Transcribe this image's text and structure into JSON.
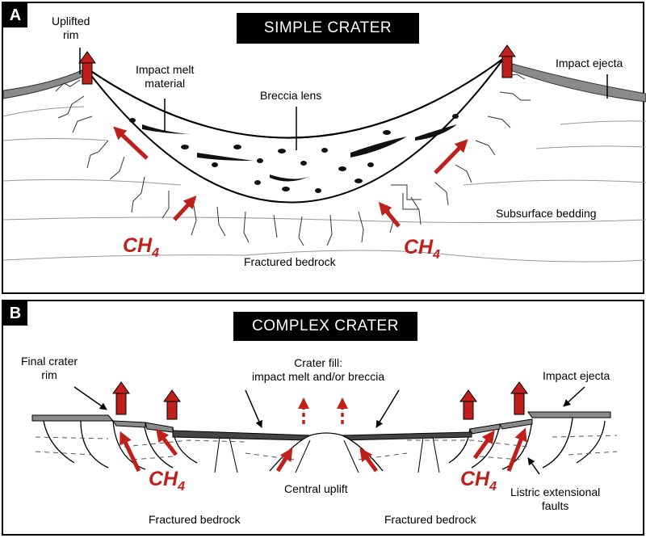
{
  "panel_a": {
    "letter": "A",
    "title": "SIMPLE  CRATER",
    "labels": {
      "uplifted_rim": "Uplifted\nrim",
      "impact_melt": "Impact melt\nmaterial",
      "breccia_lens": "Breccia lens",
      "impact_ejecta": "Impact ejecta",
      "subsurface_bedding": "Subsurface bedding",
      "fractured_bedrock": "Fractured bedrock"
    },
    "gas_label": "CH",
    "gas_subscript": "4"
  },
  "panel_b": {
    "letter": "B",
    "title": "COMPLEX  CRATER",
    "labels": {
      "final_crater_rim": "Final crater\nrim",
      "crater_fill": "Crater fill:\nimpact melt and/or breccia",
      "impact_ejecta": "Impact ejecta",
      "central_uplift": "Central uplift",
      "fractured_bedrock_left": "Fractured bedrock",
      "fractured_bedrock_right": "Fractured bedrock",
      "listric_faults": "Listric extensional\nfaults"
    },
    "gas_label": "CH",
    "gas_subscript": "4"
  },
  "colors": {
    "arrow_red": "#c0201b",
    "ejecta_gray": "#8a8a8a",
    "panel_border": "#000000"
  }
}
